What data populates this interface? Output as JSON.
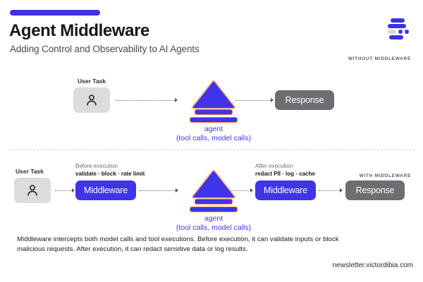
{
  "header": {
    "accent_color": "#3b32e0",
    "title": "Agent Middleware",
    "subtitle": "Adding Control and Observability to AI Agents",
    "logo_icon": "stacked-bars-logo"
  },
  "sections": {
    "without_tag": "WITHOUT MIDDLEWARE",
    "with_tag": "WITH MIDDLEWARE"
  },
  "without_middleware": {
    "user_task_label": "User Task",
    "user_icon": "user-person-icon",
    "agent_name": "agent",
    "agent_sub": "(tool calls, model calls)",
    "response_label": "Response"
  },
  "with_middleware": {
    "user_task_label": "User Task",
    "user_icon": "user-person-icon",
    "before": {
      "line1": "Before execution",
      "line2": "validate · block · rate limit",
      "box_label": "Middleware"
    },
    "agent_name": "agent",
    "agent_sub": "(tool calls, model calls)",
    "after": {
      "line1": "After execution",
      "line2": "redact PII · log · cache",
      "box_label": "Middleware"
    },
    "response_label": "Response"
  },
  "caption": "Middleware intercepts both model calls and tool executions. Before execution, it can validate inputs or block malicious requests. After execution, it can redact sensitive data or log results.",
  "url": "newsletter.victordibia.com",
  "colors": {
    "brand_blue": "#3f34e8",
    "accent_orange": "#e8763a",
    "gray_box": "#6e6e72",
    "light_gray_box": "#dcdcdf"
  }
}
